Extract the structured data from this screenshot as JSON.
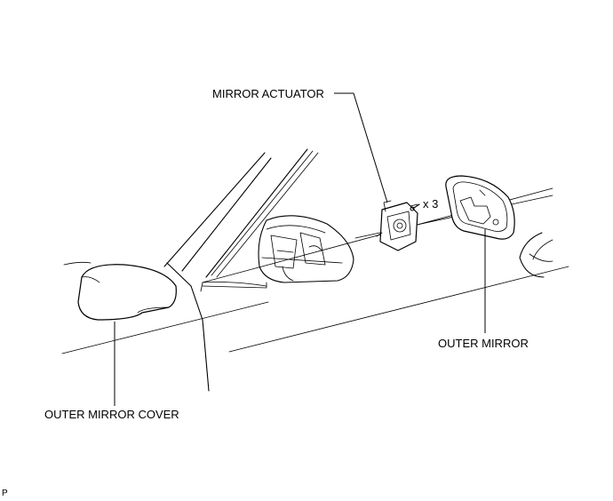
{
  "labels": {
    "mirror_actuator": "MIRROR ACTUATOR",
    "qty": "x 3",
    "outer_mirror": "OUTER MIRROR",
    "outer_mirror_cover": "OUTER MIRROR COVER",
    "corner_mark": "P"
  },
  "icons": {
    "screw": "screw-icon",
    "door": "vehicle-door-outline-icon",
    "cover": "mirror-cover-part-icon",
    "actuator": "actuator-part-icon",
    "mirror": "mirror-glass-part-icon"
  }
}
